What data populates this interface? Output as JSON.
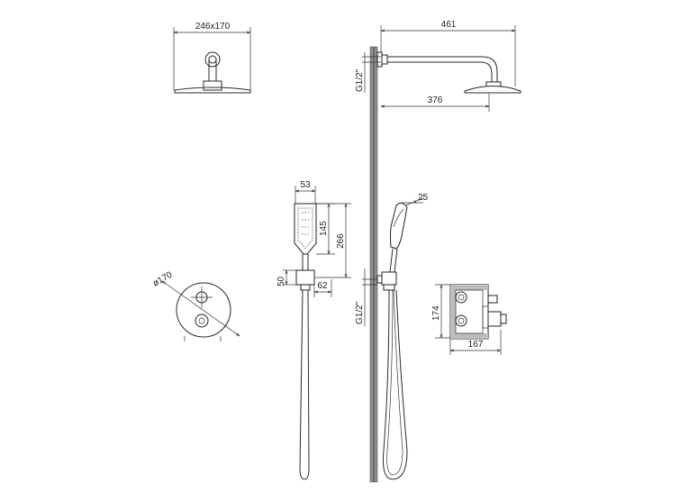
{
  "dimensions": {
    "head_size": "246x170",
    "arm_total": "461",
    "arm_reach": "376",
    "thread_top": "G1/2\"",
    "thread_bottom": "G1/2\"",
    "hand_width": "53",
    "hand_angle": "25",
    "hand_head": "145",
    "hand_total": "266",
    "bracket_height": "50",
    "bracket_depth": "62",
    "plate_diameter": "ø170",
    "box_height": "174",
    "box_width": "167"
  }
}
